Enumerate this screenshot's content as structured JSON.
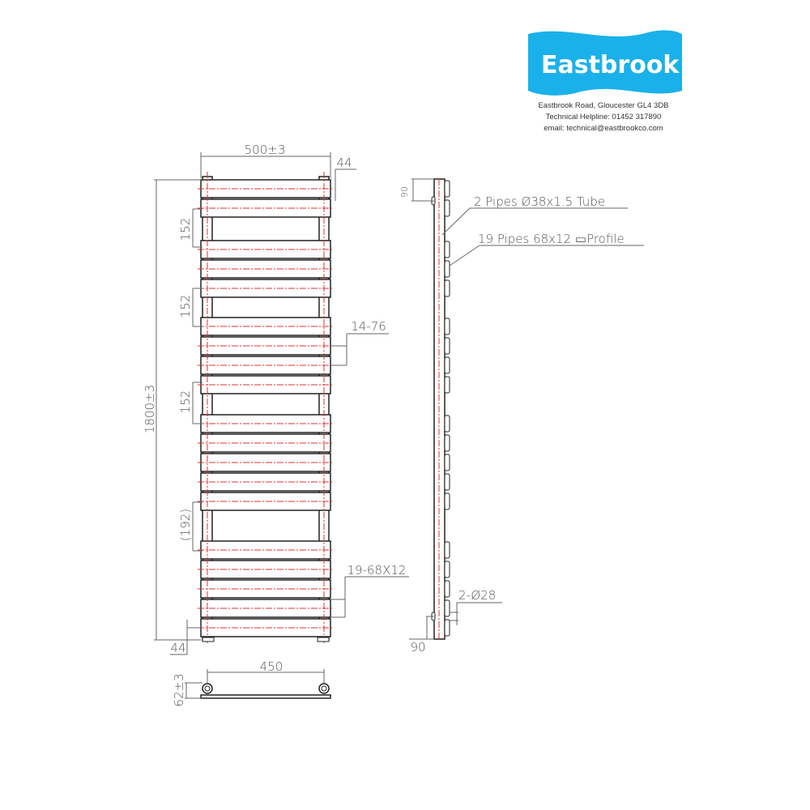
{
  "logo": {
    "brand": "Eastbrook",
    "color": "#1ab1ea"
  },
  "contact": {
    "address": "Eastbrook Road, Gloucester GL4 3DB",
    "helpline": "Technical Helpline: 01452 317890",
    "email": "email: technical@eastbrookco.com"
  },
  "front_view": {
    "width_label": "500±3",
    "top_offset_label": "44",
    "height_label": "1800±3",
    "gap_label_1": "152",
    "gap_label_2": "152",
    "gap_label_3": "152",
    "gap_label_4": "(192)",
    "pitch_label": "14-76",
    "bar_label": "19-68X12",
    "bottom_offset_label": "44",
    "bar_count": 19,
    "bar_groups": [
      2,
      3,
      4,
      5,
      5
    ]
  },
  "side_view": {
    "top_label": "90",
    "tube_callout": "2 Pipes Ø38x1.5 Tube",
    "profile_callout": "19 Pipes 68x12 ▭Profile",
    "connection_label": "2-Ø28",
    "bottom_label": "90"
  },
  "plan_view": {
    "centres_label": "450",
    "depth_label": "62±3"
  },
  "colors": {
    "line": "#222222",
    "centerline": "#e03030",
    "dimension": "#666666"
  }
}
